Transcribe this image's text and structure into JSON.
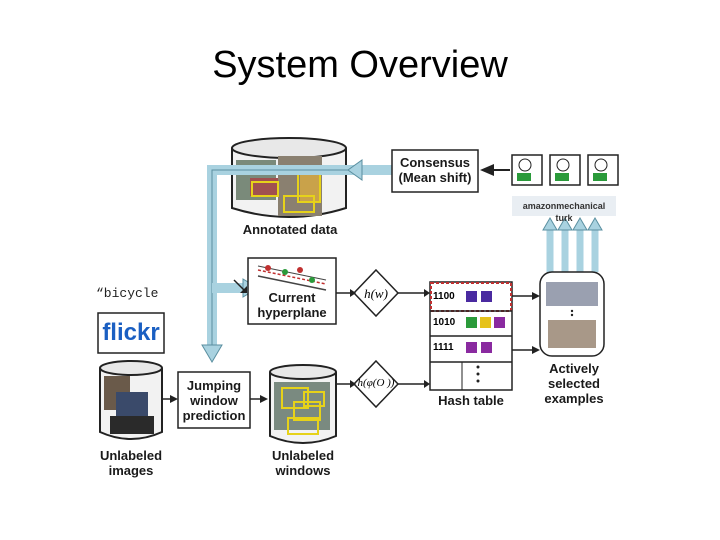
{
  "slide": {
    "title": "System Overview"
  },
  "diagram": {
    "query": "“bicycle",
    "flickr_logo": "flickr",
    "annotated_data": "Annotated data",
    "consensus": "Consensus (Mean shift)",
    "mturk_logo": "amazonmechanical turk",
    "current_hyperplane": "Current hyperplane",
    "hash_w": "h(w)",
    "hash_phi": "h(φ(O ))",
    "hash_codes": [
      "1100",
      "1010",
      "1111"
    ],
    "hash_table": "Hash table",
    "jumping_window": "Jumping window prediction",
    "unlabeled_images": "Unlabeled images",
    "unlabeled_windows": "Unlabeled windows",
    "actively_selected": "Actively selected examples"
  }
}
